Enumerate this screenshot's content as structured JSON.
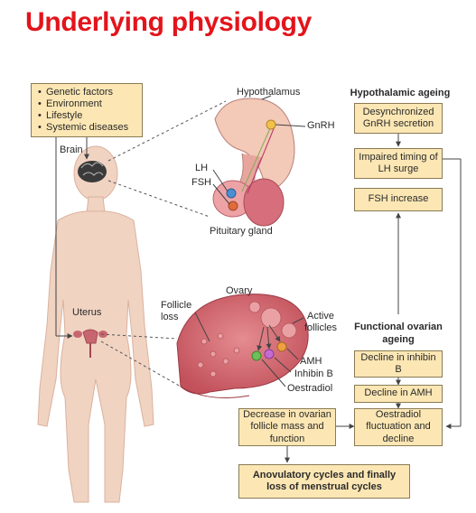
{
  "title": "Underlying physiology",
  "risk_factors": [
    "Genetic factors",
    "Environment",
    "Lifestyle",
    "Systemic diseases"
  ],
  "labels": {
    "brain": "Brain",
    "uterus": "Uterus",
    "hypothalamus": "Hypothalamus",
    "gnrh": "GnRH",
    "lh": "LH",
    "fsh": "FSH",
    "pituitary": "Pituitary gland",
    "ovary": "Ovary",
    "follicle_loss": "Follicle loss",
    "active_follicles": "Active follicles",
    "amh": "AMH",
    "inhibin_b": "Inhibin B",
    "oestradiol": "Oestradiol"
  },
  "hypothalamic": {
    "header": "Hypothalamic ageing",
    "box1": "Desynchronized GnRH secretion",
    "box2": "Impaired timing of LH surge",
    "box3": "FSH increase"
  },
  "ovarian": {
    "header": "Functional ovarian ageing",
    "box1": "Decline in inhibin B",
    "box2": "Decline in AMH",
    "box3": "Oestradiol fluctuation and decline"
  },
  "decrease_box": "Decrease in ovarian follicle mass and function",
  "outcome_box": "Anovulatory cycles and finally loss of menstrual cycles",
  "colors": {
    "title": "#e3141b",
    "box_fill": "#fce7b4",
    "body_skin": "#f1d3c2",
    "organ": "#d9727a",
    "gnrh_dot": "#f3c14b",
    "lh_dot": "#4a8fd4",
    "fsh_dot": "#e06a3a",
    "amh_dot": "#f0a040",
    "inhibin_dot": "#c46bd1",
    "oestradiol_dot": "#6fbf5a"
  }
}
